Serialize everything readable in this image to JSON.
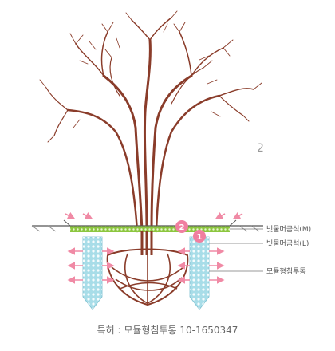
{
  "figure_number": "2",
  "labels": {
    "grate_m": "빗물머금석(M)",
    "grate_l": "빗물머금석(L)",
    "tube": "모듈형침투통"
  },
  "badges": {
    "badge_1": "1",
    "badge_2": "2"
  },
  "caption": "특허 : 모듈형침투통 10-1650347",
  "colors": {
    "trunk": "#8a3c2a",
    "arrow": "#f08aa5",
    "grate": "#8cc63f",
    "tube": "#a8dde8",
    "badge": "#f07fa0",
    "ground": "#555555"
  }
}
